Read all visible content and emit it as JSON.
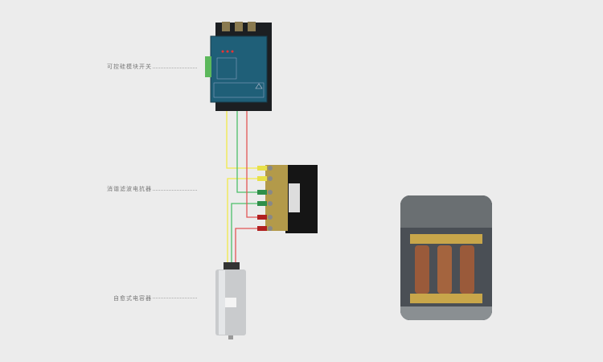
{
  "labels": {
    "scr_module": "可控硅模块开关",
    "reactor": "消谐滤波电抗器",
    "capacitor": "自愈式电容器"
  },
  "colors": {
    "yellow": "#f2ea4a",
    "green": "#4cbf6a",
    "red": "#e25555",
    "background": "#ececec"
  }
}
